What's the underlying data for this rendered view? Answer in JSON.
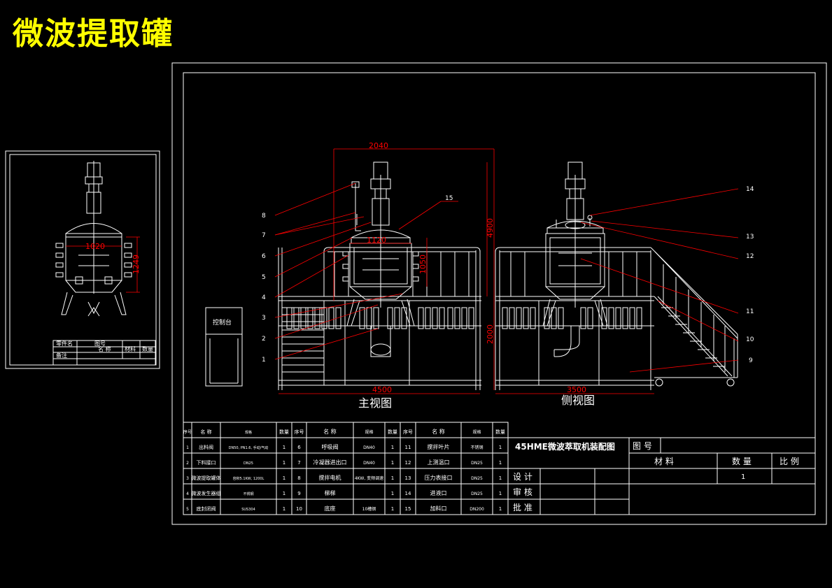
{
  "title": "微波提取罐",
  "main_view_label": "主视图",
  "side_view_label": "侧视图",
  "control_box_label": "控制台",
  "dimensions": {
    "top_width": "2040",
    "vessel_width": "1120",
    "total_height": "4900",
    "vessel_height": "1050",
    "platform_height": "2000",
    "base_length": "4500",
    "side_length": "3500",
    "thumb_width": "1020",
    "thumb_height": "1249"
  },
  "callouts_left": [
    "8",
    "7",
    "6",
    "5",
    "4",
    "3",
    "2",
    "1"
  ],
  "callout_15": "15",
  "callouts_right": [
    "14",
    "13",
    "12",
    "11",
    "10",
    "9"
  ],
  "parts_header": [
    "序号",
    "名 称",
    "规格",
    "数量",
    "序号",
    "名  称",
    "规格",
    "数量",
    "序号",
    "名  称",
    "规格",
    "数量"
  ],
  "parts_rows": [
    [
      "1",
      "出料阀",
      "DN50, PN1.6, 手动/气动",
      "1",
      "6",
      "呼吸阀",
      "DN40",
      "1",
      "11",
      "搅拌叶片",
      "不锈钢",
      "1"
    ],
    [
      "2",
      "下料接口",
      "DN25",
      "1",
      "7",
      "冷凝器进出口",
      "DN40",
      "1",
      "12",
      "上测温口",
      "DN25",
      "1"
    ],
    [
      "3",
      "微波提取罐体",
      "容积5.1KW, 1200L",
      "1",
      "8",
      "搅拌电机",
      "4KW, 变频调速",
      "1",
      "13",
      "压力表接口",
      "DN25",
      "1"
    ],
    [
      "4",
      "微波发生器组",
      "不锈钢",
      "1",
      "9",
      "梯梯",
      "",
      "1",
      "14",
      "进液口",
      "DN25",
      "1"
    ],
    [
      "5",
      "底封闭阀",
      "SUS304",
      "1",
      "10",
      "底座",
      "10槽钢",
      "1",
      "15",
      "加料口",
      "DN200",
      "1"
    ]
  ],
  "drawing_name": "45HME微波萃取机装配图",
  "title_block": {
    "figure_no_label": "图  号",
    "material_label": "材  料",
    "quantity_label": "数  量",
    "scale_label": "比  例",
    "quantity_value": "1",
    "design_label": "设 计",
    "review_label": "审 核",
    "approve_label": "批 准"
  },
  "thumb_block": [
    "零件名",
    "图号",
    "名 称",
    "材料",
    "数量",
    "备注"
  ]
}
